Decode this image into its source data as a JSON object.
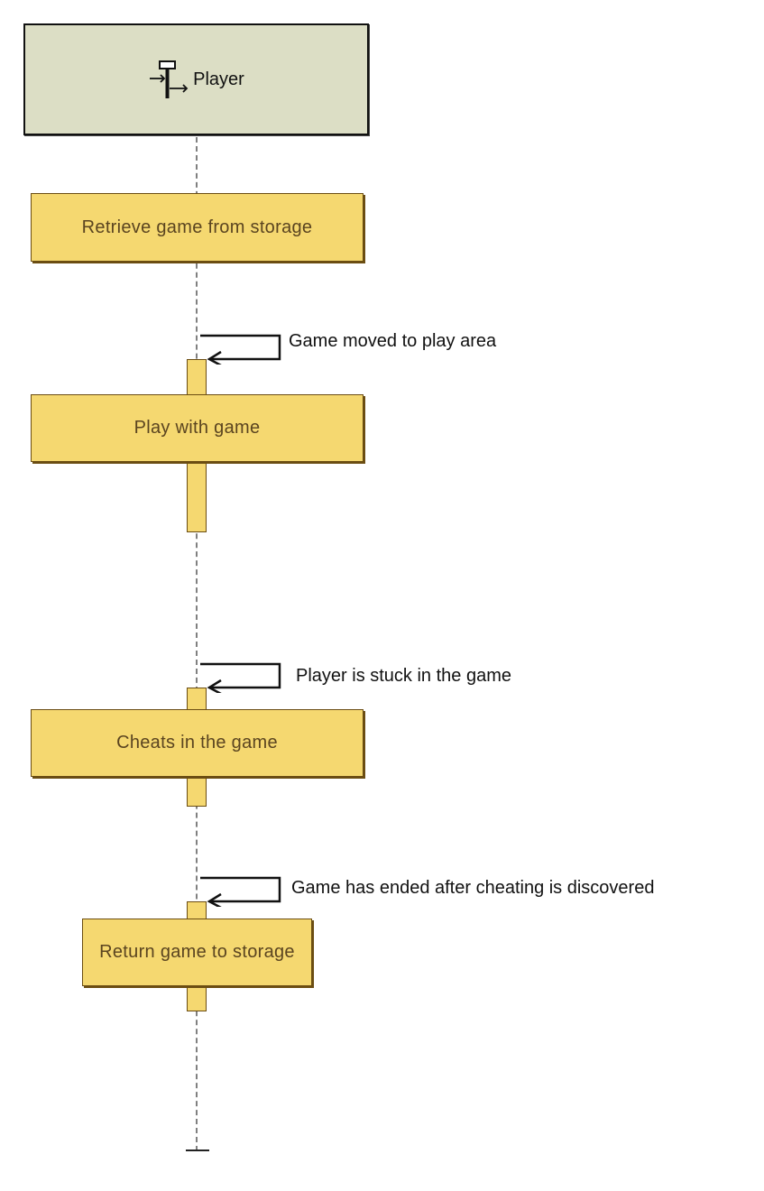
{
  "participant": {
    "name": "Player",
    "icon": "actor-component-icon",
    "fill": "#dcdec5"
  },
  "actions": [
    {
      "label": "Retrieve game from storage"
    },
    {
      "label": "Play with game"
    },
    {
      "label": "Cheats in the game"
    },
    {
      "label": "Return game to storage"
    }
  ],
  "messages": [
    {
      "label": "Game moved to play area"
    },
    {
      "label": "Player is stuck in the game"
    },
    {
      "label": "Game has ended after cheating is discovered"
    }
  ],
  "colors": {
    "action_fill": "#f5d870",
    "action_border": "#6b4d12",
    "lifeline": "#808080"
  }
}
